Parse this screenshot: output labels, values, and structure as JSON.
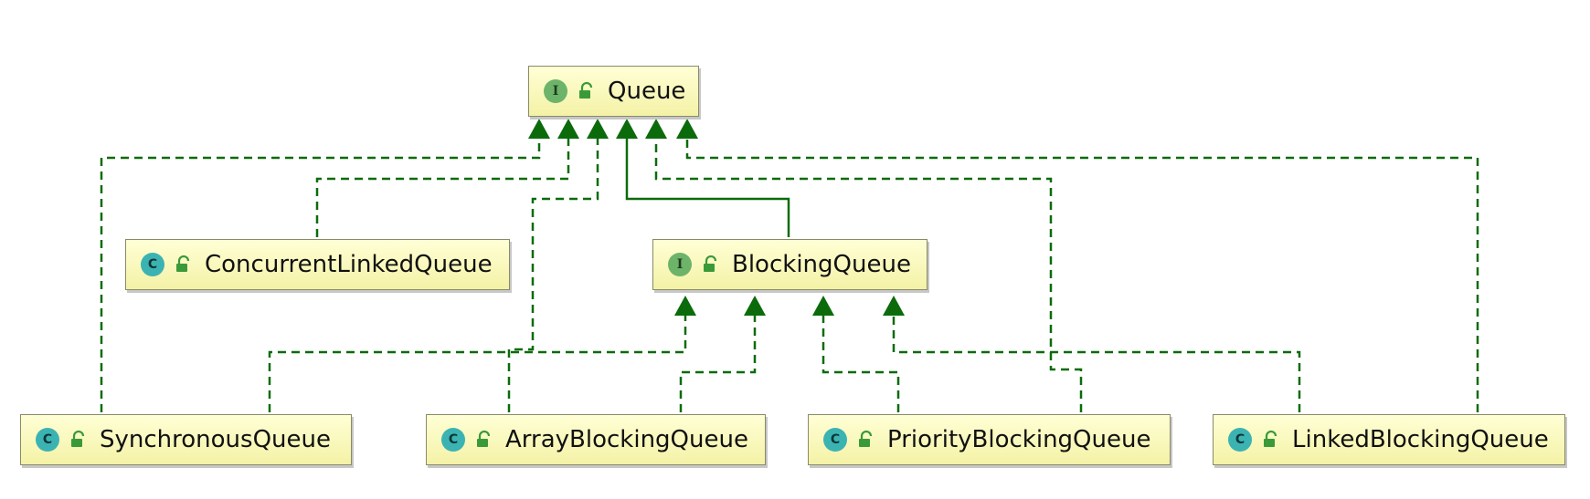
{
  "diagram": {
    "nodes": {
      "queue": {
        "name": "Queue",
        "kind_letter": "I"
      },
      "concurrent": {
        "name": "ConcurrentLinkedQueue",
        "kind_letter": "C"
      },
      "blocking": {
        "name": "BlockingQueue",
        "kind_letter": "I"
      },
      "synchronous": {
        "name": "SynchronousQueue",
        "kind_letter": "C"
      },
      "array": {
        "name": "ArrayBlockingQueue",
        "kind_letter": "C"
      },
      "priority": {
        "name": "PriorityBlockingQueue",
        "kind_letter": "C"
      },
      "linked": {
        "name": "LinkedBlockingQueue",
        "kind_letter": "C"
      }
    },
    "relations": [
      {
        "from": "SynchronousQueue",
        "to": "Queue",
        "type": "implements"
      },
      {
        "from": "ConcurrentLinkedQueue",
        "to": "Queue",
        "type": "implements"
      },
      {
        "from": "ArrayBlockingQueue",
        "to": "Queue",
        "type": "implements"
      },
      {
        "from": "BlockingQueue",
        "to": "Queue",
        "type": "extends"
      },
      {
        "from": "PriorityBlockingQueue",
        "to": "Queue",
        "type": "implements"
      },
      {
        "from": "LinkedBlockingQueue",
        "to": "Queue",
        "type": "implements"
      },
      {
        "from": "SynchronousQueue",
        "to": "BlockingQueue",
        "type": "implements"
      },
      {
        "from": "ArrayBlockingQueue",
        "to": "BlockingQueue",
        "type": "implements"
      },
      {
        "from": "PriorityBlockingQueue",
        "to": "BlockingQueue",
        "type": "implements"
      },
      {
        "from": "LinkedBlockingQueue",
        "to": "BlockingQueue",
        "type": "implements"
      }
    ],
    "colors": {
      "edge": "#0b6b0b",
      "node_fill_top": "#ffffd6",
      "node_fill_bottom": "#f4f2a6",
      "interface_badge": "#6db36a",
      "class_badge": "#3bb3b3",
      "lock": "#3a9a3a"
    }
  }
}
